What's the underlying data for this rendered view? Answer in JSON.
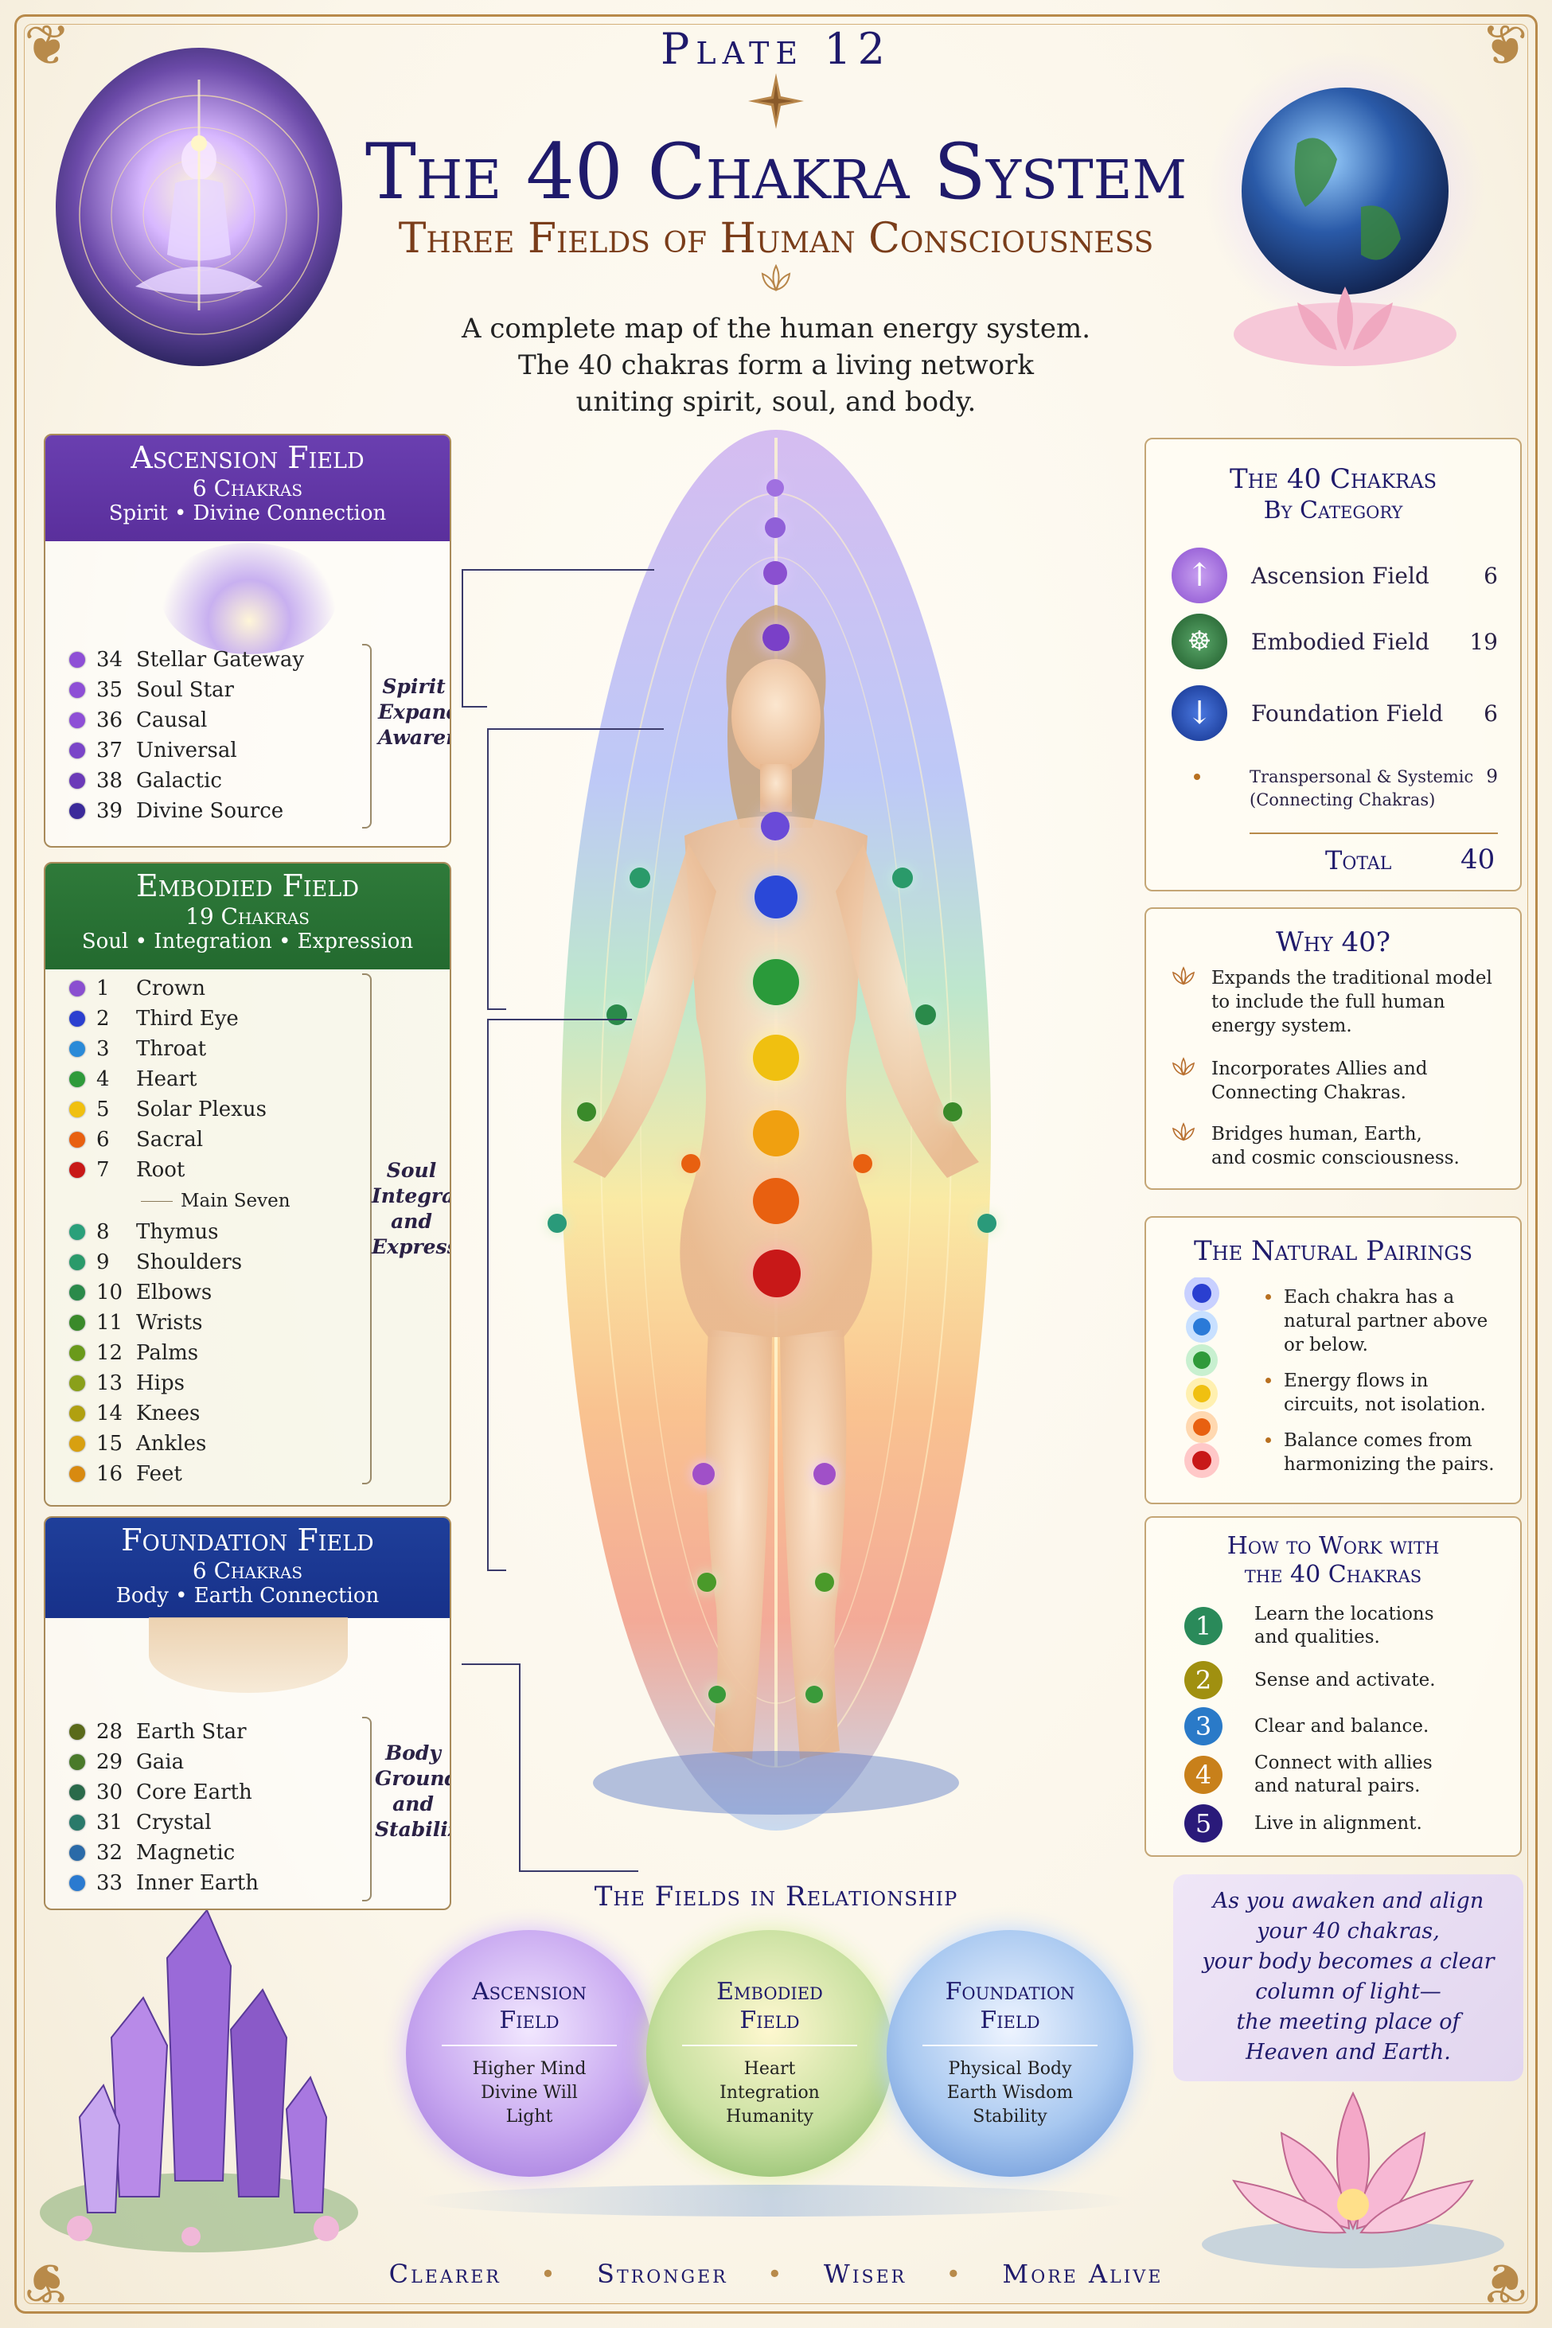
{
  "header": {
    "plate": "Plate 12",
    "title": "The 40 Chakra System",
    "subtitle": "Three Fields of Human Consciousness",
    "intro": [
      "A complete map of the human energy system.",
      "The 40 chakras form a living network",
      "uniting spirit, soul, and body."
    ]
  },
  "ascension": {
    "title": "Ascension Field",
    "count": "6 Chakras",
    "tagline": "Spirit • Divine Connection",
    "note": [
      "Spirit",
      "Expands",
      "Awareness"
    ],
    "items": [
      {
        "num": "34",
        "label": "Stellar Gateway",
        "color": "#8e4fd6"
      },
      {
        "num": "35",
        "label": "Soul Star",
        "color": "#8e4fd6"
      },
      {
        "num": "36",
        "label": "Causal",
        "color": "#8e4fd6"
      },
      {
        "num": "37",
        "label": "Universal",
        "color": "#7a45c8"
      },
      {
        "num": "38",
        "label": "Galactic",
        "color": "#6b3ab8"
      },
      {
        "num": "39",
        "label": "Divine Source",
        "color": "#3b2a9a"
      }
    ]
  },
  "embodied": {
    "title": "Embodied Field",
    "count": "19 Chakras",
    "tagline": "Soul • Integration • Expression",
    "note": [
      "Soul",
      "Integrates",
      "and",
      "Expresses"
    ],
    "main_seven_label": "Main Seven",
    "main_items": [
      {
        "num": "1",
        "label": "Crown",
        "color": "#8a4fd0"
      },
      {
        "num": "2",
        "label": "Third Eye",
        "color": "#2b3fd0"
      },
      {
        "num": "3",
        "label": "Throat",
        "color": "#2a8ad8"
      },
      {
        "num": "4",
        "label": "Heart",
        "color": "#2e9a3a"
      },
      {
        "num": "5",
        "label": "Solar Plexus",
        "color": "#f0c010"
      },
      {
        "num": "6",
        "label": "Sacral",
        "color": "#e86010"
      },
      {
        "num": "7",
        "label": "Root",
        "color": "#c81818"
      }
    ],
    "other_items": [
      {
        "num": "8",
        "label": "Thymus",
        "color": "#2aa07a"
      },
      {
        "num": "9",
        "label": "Shoulders",
        "color": "#2a9a6a"
      },
      {
        "num": "10",
        "label": "Elbows",
        "color": "#2a8a4a"
      },
      {
        "num": "11",
        "label": "Wrists",
        "color": "#3a8a2a"
      },
      {
        "num": "12",
        "label": "Palms",
        "color": "#6a9a1a"
      },
      {
        "num": "13",
        "label": "Hips",
        "color": "#8aa01a"
      },
      {
        "num": "14",
        "label": "Knees",
        "color": "#b0a010"
      },
      {
        "num": "15",
        "label": "Ankles",
        "color": "#d8a010"
      },
      {
        "num": "16",
        "label": "Feet",
        "color": "#d88a10"
      }
    ]
  },
  "foundation": {
    "title": "Foundation Field",
    "count": "6 Chakras",
    "tagline": "Body • Earth Connection",
    "note": [
      "Body",
      "Grounds",
      "and",
      "Stabilizes"
    ],
    "items": [
      {
        "num": "28",
        "label": "Earth Star",
        "color": "#5a6a1a"
      },
      {
        "num": "29",
        "label": "Gaia",
        "color": "#4a7a2a"
      },
      {
        "num": "30",
        "label": "Core Earth",
        "color": "#2a6a4a"
      },
      {
        "num": "31",
        "label": "Crystal",
        "color": "#2a7a6a"
      },
      {
        "num": "32",
        "label": "Magnetic",
        "color": "#2a6aa8"
      },
      {
        "num": "33",
        "label": "Inner Earth",
        "color": "#2a7ad0"
      }
    ]
  },
  "categories": {
    "title": "The 40 Chakras",
    "subtitle": "By Category",
    "rows": [
      {
        "label": "Ascension Field",
        "value": "6",
        "color": "#8a4fd0",
        "icon": "up-arrow-icon"
      },
      {
        "label": "Embodied Field",
        "value": "19",
        "color": "#2a6a3a",
        "icon": "meditation-icon"
      },
      {
        "label": "Foundation Field",
        "value": "6",
        "color": "#1a3ea8",
        "icon": "down-arrow-icon"
      }
    ],
    "connecting": {
      "label1": "Transpersonal & Systemic",
      "label2": "(Connecting Chakras)",
      "value": "9"
    },
    "total_label": "Total",
    "total_value": "40"
  },
  "why40": {
    "title": "Why 40?",
    "items": [
      [
        "Expands the traditional model",
        "to include the full human",
        "energy system."
      ],
      [
        "Incorporates Allies and",
        "Connecting Chakras."
      ],
      [
        "Bridges human, Earth,",
        "and cosmic consciousness."
      ]
    ]
  },
  "pairings": {
    "title": "The Natural Pairings",
    "items": [
      [
        "Each chakra has a",
        "natural partner above",
        "or below."
      ],
      [
        "Energy flows in",
        "circuits, not isolation."
      ],
      [
        "Balance comes from",
        "harmonizing the pairs."
      ]
    ]
  },
  "howto": {
    "title1": "How to Work with",
    "title2": "the 40 Chakras",
    "steps": [
      {
        "n": "1",
        "lines": [
          "Learn the locations",
          "and qualities."
        ],
        "color": "#2a8a5a"
      },
      {
        "n": "2",
        "lines": [
          "Sense and activate."
        ],
        "color": "#a09010"
      },
      {
        "n": "3",
        "lines": [
          "Clear and balance."
        ],
        "color": "#2a7ac8"
      },
      {
        "n": "4",
        "lines": [
          "Connect with allies",
          "and natural pairs."
        ],
        "color": "#c8801a"
      },
      {
        "n": "5",
        "lines": [
          "Live in alignment."
        ],
        "color": "#2a1a7a"
      }
    ]
  },
  "quote": [
    "As you awaken and align",
    "your 40 chakras,",
    "your body becomes a clear",
    "column of light—",
    "the meeting place of",
    "Heaven and Earth."
  ],
  "relationship": {
    "title": "The Fields in Relationship",
    "circles": [
      {
        "t1": "Ascension",
        "t2": "Field",
        "lines": [
          "Higher Mind",
          "Divine Will",
          "Light"
        ]
      },
      {
        "t1": "Embodied",
        "t2": "Field",
        "lines": [
          "Heart",
          "Integration",
          "Humanity"
        ]
      },
      {
        "t1": "Foundation",
        "t2": "Field",
        "lines": [
          "Physical Body",
          "Earth Wisdom",
          "Stability"
        ]
      }
    ]
  },
  "footer": [
    "Clearer",
    "Stronger",
    "Wiser",
    "More Alive"
  ]
}
